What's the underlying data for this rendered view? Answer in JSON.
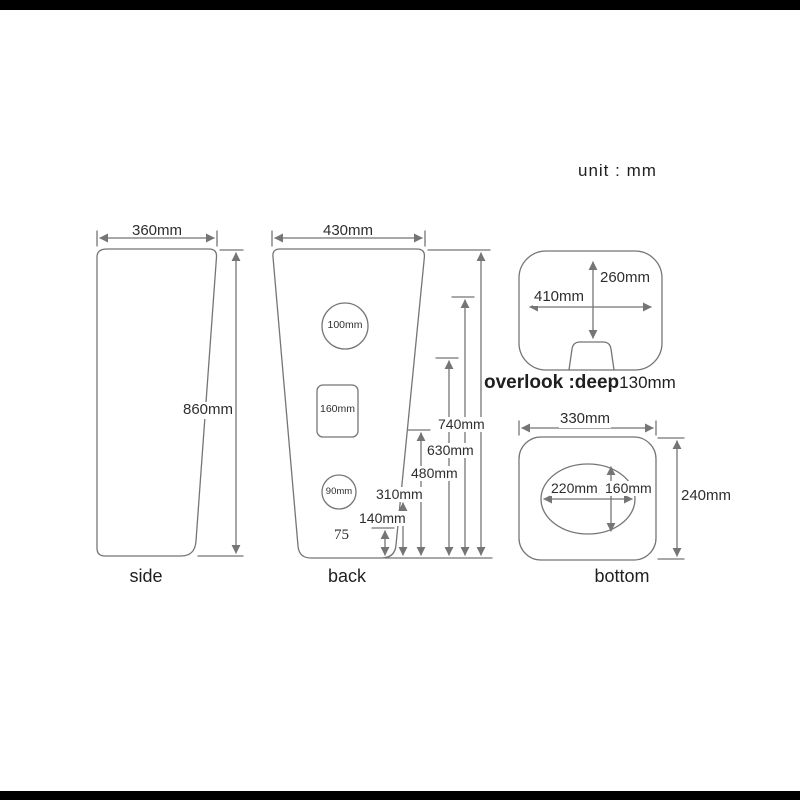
{
  "page": {
    "unit_label": "unit : mm"
  },
  "side": {
    "label": "side",
    "width": "360mm",
    "height": "860mm"
  },
  "back": {
    "label": "back",
    "width": "430mm",
    "hole_top": "100mm",
    "hole_middle": "160mm",
    "hole_bottom": "90mm",
    "heights": {
      "h740": "740mm",
      "h630": "630mm",
      "h480": "480mm",
      "h310": "310mm",
      "h140": "140mm",
      "h75": "75"
    }
  },
  "overlook": {
    "label": "overlook :deep",
    "depth": "130mm",
    "width": "410mm",
    "height": "260mm"
  },
  "bottom": {
    "label": "bottom",
    "width": "330mm",
    "height": "240mm",
    "drain_width": "220mm",
    "drain_height": "160mm"
  },
  "colors": {
    "line": "#757575",
    "text": "#2e2e2e",
    "bar": "#000000"
  }
}
